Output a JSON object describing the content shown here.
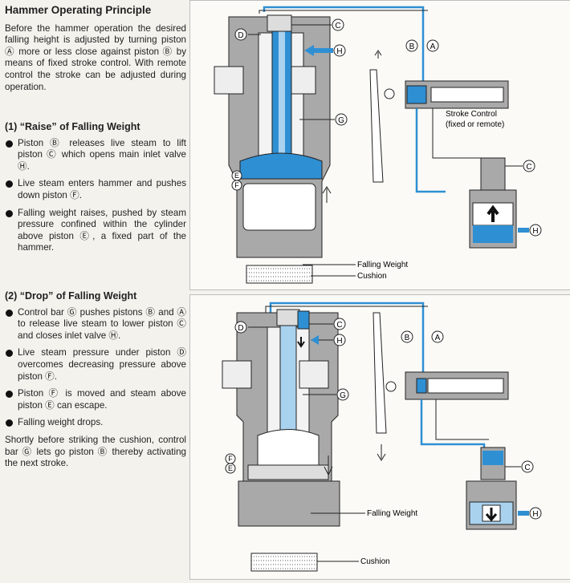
{
  "page_title": "Hammer Operating Principle",
  "intro": "Before the hammer operation the desired falling height is adjusted by turning piston Ⓐ more or less close against piston Ⓑ by means of fixed stroke control. With remote control the stroke can be adjusted during operation.",
  "section1": {
    "heading": "(1) “Raise” of Falling Weight",
    "bullets": [
      "Piston Ⓑ releases live steam to lift piston Ⓒ which opens main inlet valve Ⓗ.",
      "Live steam enters hammer and pushes down piston Ⓕ.",
      "Falling weight raises, pushed by steam pressure confined within the cylinder above piston Ⓔ, a fixed part of the hammer."
    ]
  },
  "section2": {
    "heading": "(2) “Drop” of Falling Weight",
    "bullets": [
      "Control bar Ⓖ pushes pistons Ⓑ and Ⓐ to release live steam to lower piston Ⓒ and closes inlet valve Ⓗ.",
      "Live steam pressure under piston Ⓓ overcomes decreasing pressure above piston Ⓕ.",
      "Piston Ⓕ is moved and steam above piston Ⓔ can escape.",
      "Falling weight drops."
    ],
    "closing": "Shortly before striking the cushion, control bar Ⓖ lets go piston Ⓑ thereby activating the next stroke."
  },
  "diagram1": {
    "labels": {
      "a": "A",
      "b": "B",
      "c": "C",
      "c2": "C",
      "d": "D",
      "e": "E",
      "f": "F",
      "g": "G",
      "h": "H",
      "h2": "H"
    },
    "stroke_control": "Stroke Control",
    "stroke_control_sub": "(fixed or remote)",
    "falling_weight": "Falling Weight",
    "cushion": "Cushion"
  },
  "diagram2": {
    "labels": {
      "a": "A",
      "b": "B",
      "c": "C",
      "c2": "C",
      "d": "D",
      "e": "E",
      "f": "F",
      "g": "G",
      "h": "H",
      "h2": "H"
    },
    "falling_weight": "Falling Weight",
    "cushion": "Cushion"
  },
  "colors": {
    "steam": "#2f8fd3",
    "steam_light": "#a9d2ef",
    "body": "#a9a9a9",
    "body_dark": "#8b8b8b",
    "line": "#222222"
  }
}
